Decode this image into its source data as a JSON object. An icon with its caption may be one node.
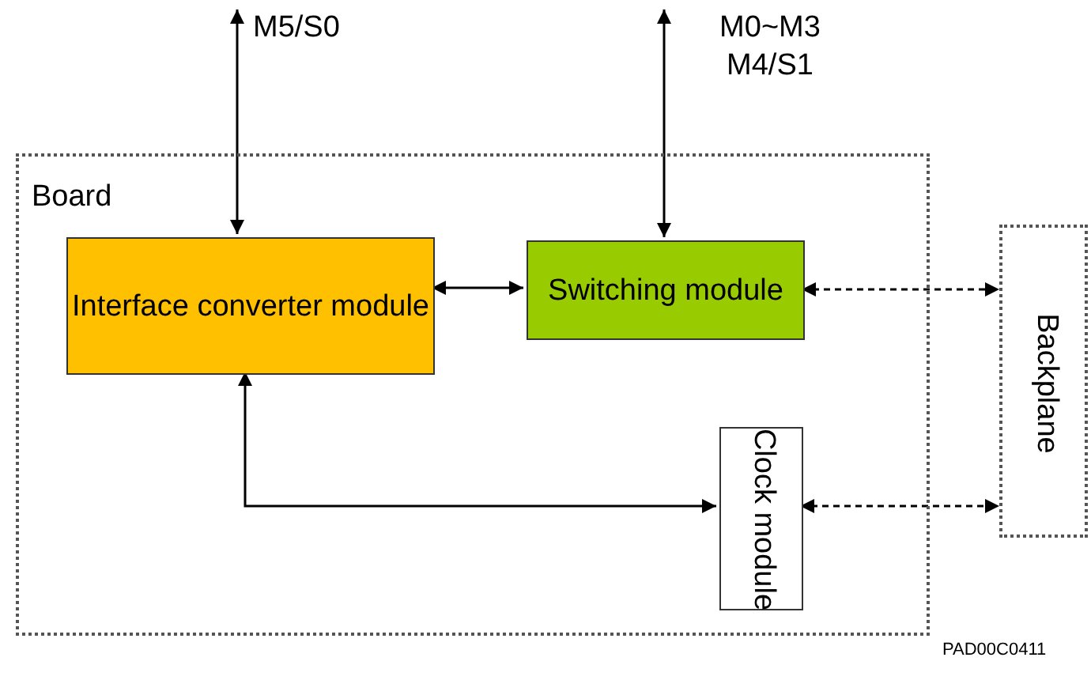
{
  "diagram": {
    "nodes": [
      {
        "text": [
          "Board"
        ]
      },
      {
        "text": [
          "Interface converter module"
        ],
        "in": 0
      },
      {
        "text": [
          "Switching module"
        ],
        "in": 0
      },
      {
        "text": [
          "Clock module"
        ],
        "in": 0
      },
      {
        "text": [
          "Backplane"
        ]
      }
    ],
    "edges": [
      {
        "from": null,
        "to": 1,
        "arrow": "both",
        "label": "M5/S0"
      },
      {
        "from": null,
        "to": 2,
        "arrow": "both",
        "label": "M0~M3 M4/S1"
      },
      {
        "from": 1,
        "to": 2,
        "arrow": "both"
      },
      {
        "from": 2,
        "to": 4,
        "arrow": "both",
        "style": "dashed"
      },
      {
        "from": 1,
        "to": 3,
        "arrow": "both"
      },
      {
        "from": 3,
        "to": 4,
        "arrow": "both",
        "style": "dashed"
      }
    ],
    "labels": [
      "PAD00C0411"
    ]
  }
}
